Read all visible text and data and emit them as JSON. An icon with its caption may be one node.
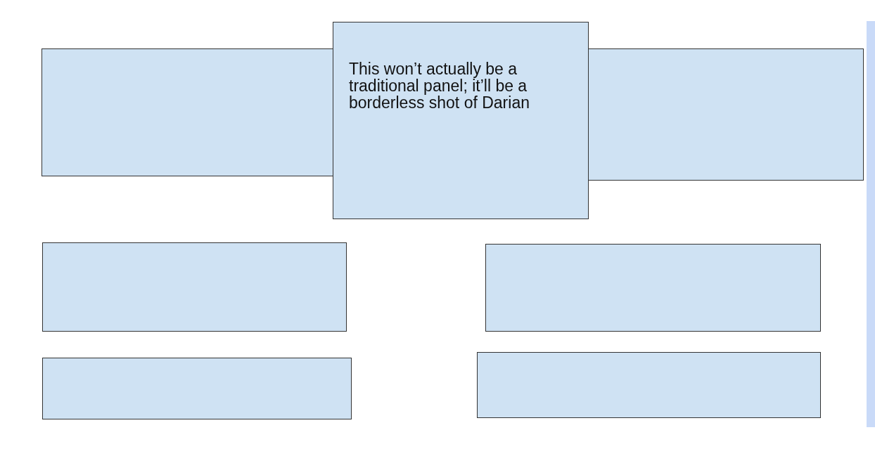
{
  "diagram": {
    "nodes": [
      {
        "text": [],
        "shape": "box"
      },
      {
        "text": [
          "This won’t actually be a traditional panel; it’ll be a borderless shot of Darian"
        ]
      },
      {
        "text": [],
        "shape": "box"
      },
      {
        "text": [],
        "shape": "box"
      },
      {
        "text": [],
        "shape": "box"
      },
      {
        "text": [],
        "shape": "box"
      },
      {
        "text": [],
        "shape": "box"
      }
    ],
    "edges": []
  }
}
